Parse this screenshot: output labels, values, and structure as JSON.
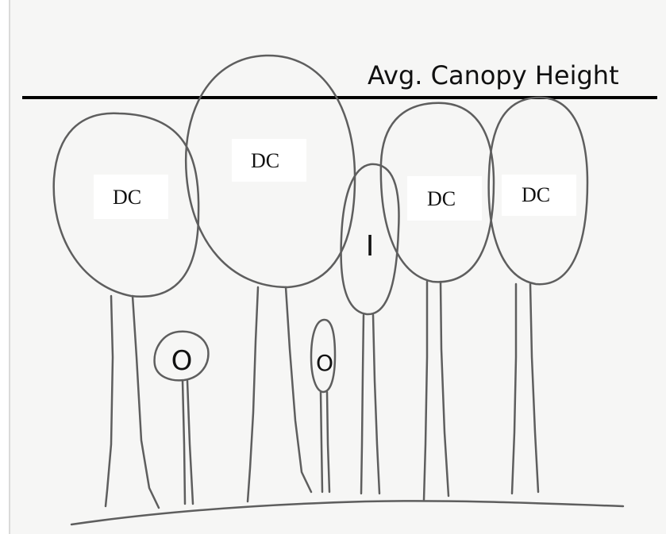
{
  "caption": "Avg. Canopy Height",
  "labels": {
    "dc1": "DC",
    "dc2": "DC",
    "dc3": "DC",
    "dc4": "DC",
    "intermediate": "I",
    "overtopped1": "O",
    "overtopped2": "O"
  },
  "colors": {
    "paper": "#f6f6f5",
    "ink": "#5e5e5e",
    "canopy_line": "#000000",
    "label_box": "#ffffff"
  }
}
